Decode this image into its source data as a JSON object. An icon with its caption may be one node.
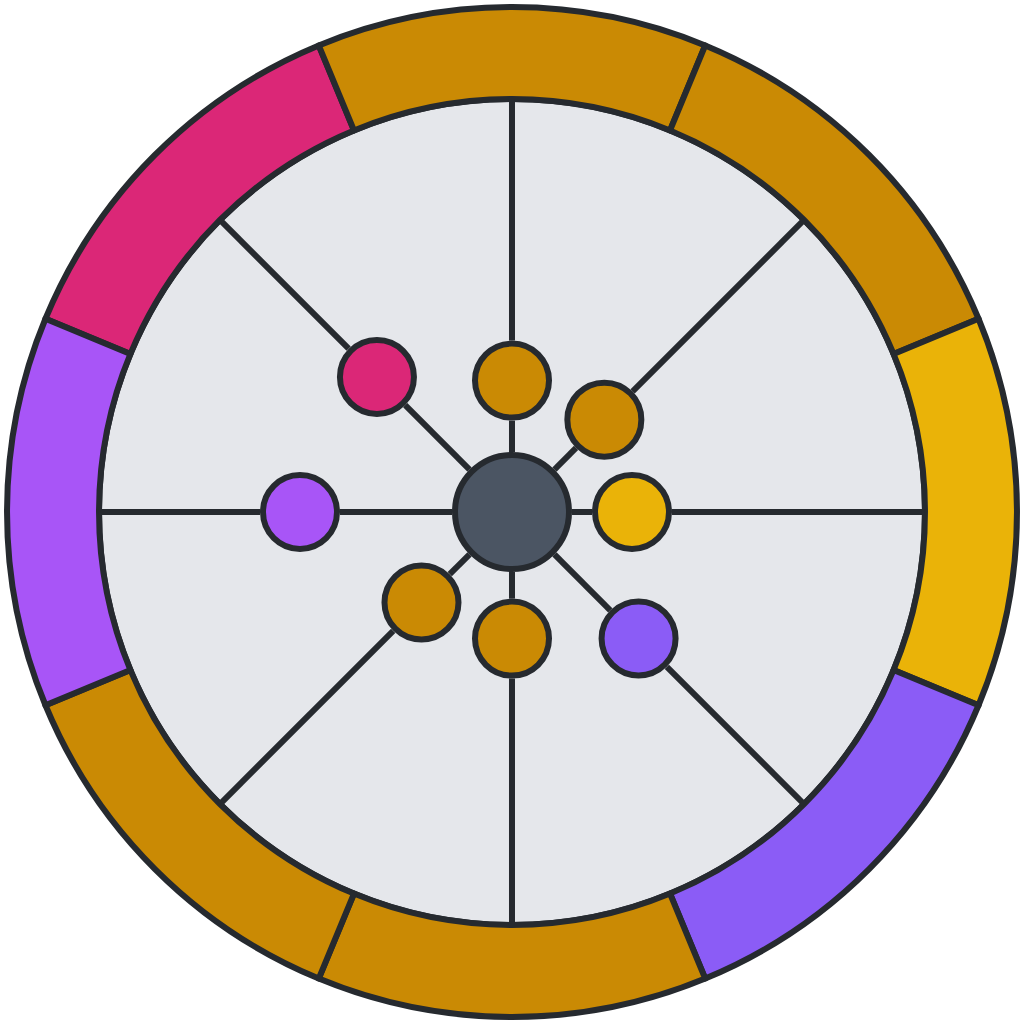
{
  "diagram": {
    "nodes": [
      {
        "text": [],
        "shape": "arc"
      },
      {
        "text": [],
        "shape": "arc"
      },
      {
        "text": [],
        "shape": "arc"
      },
      {
        "text": [],
        "shape": "arc"
      },
      {
        "text": [],
        "shape": "arc"
      },
      {
        "text": [],
        "shape": "arc"
      },
      {
        "text": [],
        "shape": "arc"
      },
      {
        "text": [],
        "shape": "arc"
      },
      {
        "text": [],
        "shape": "circle"
      },
      {
        "text": [],
        "shape": "circle"
      },
      {
        "text": [],
        "shape": "circle"
      },
      {
        "text": [],
        "shape": "circle"
      },
      {
        "text": [],
        "shape": "circle"
      },
      {
        "text": [],
        "shape": "circle"
      },
      {
        "text": [],
        "shape": "circle"
      },
      {
        "text": [],
        "shape": "circle"
      },
      {
        "text": [],
        "shape": "circle"
      }
    ],
    "edges": [
      {
        "from": 8,
        "to": 9,
        "arrow": "none"
      },
      {
        "from": 9,
        "to": 0,
        "arrow": "none"
      },
      {
        "from": 8,
        "to": 10,
        "arrow": "none"
      },
      {
        "from": 10,
        "to": 1,
        "arrow": "none"
      },
      {
        "from": 8,
        "to": 11,
        "arrow": "none"
      },
      {
        "from": 11,
        "to": 2,
        "arrow": "none"
      },
      {
        "from": 8,
        "to": 12,
        "arrow": "none"
      },
      {
        "from": 12,
        "to": 3,
        "arrow": "none"
      },
      {
        "from": 8,
        "to": 13,
        "arrow": "none"
      },
      {
        "from": 13,
        "to": 4,
        "arrow": "none"
      },
      {
        "from": 8,
        "to": 14,
        "arrow": "none"
      },
      {
        "from": 14,
        "to": 5,
        "arrow": "none"
      },
      {
        "from": 8,
        "to": 15,
        "arrow": "none"
      },
      {
        "from": 15,
        "to": 6,
        "arrow": "none"
      },
      {
        "from": 8,
        "to": 16,
        "arrow": "none"
      },
      {
        "from": 16,
        "to": 7,
        "arrow": "none"
      }
    ]
  }
}
